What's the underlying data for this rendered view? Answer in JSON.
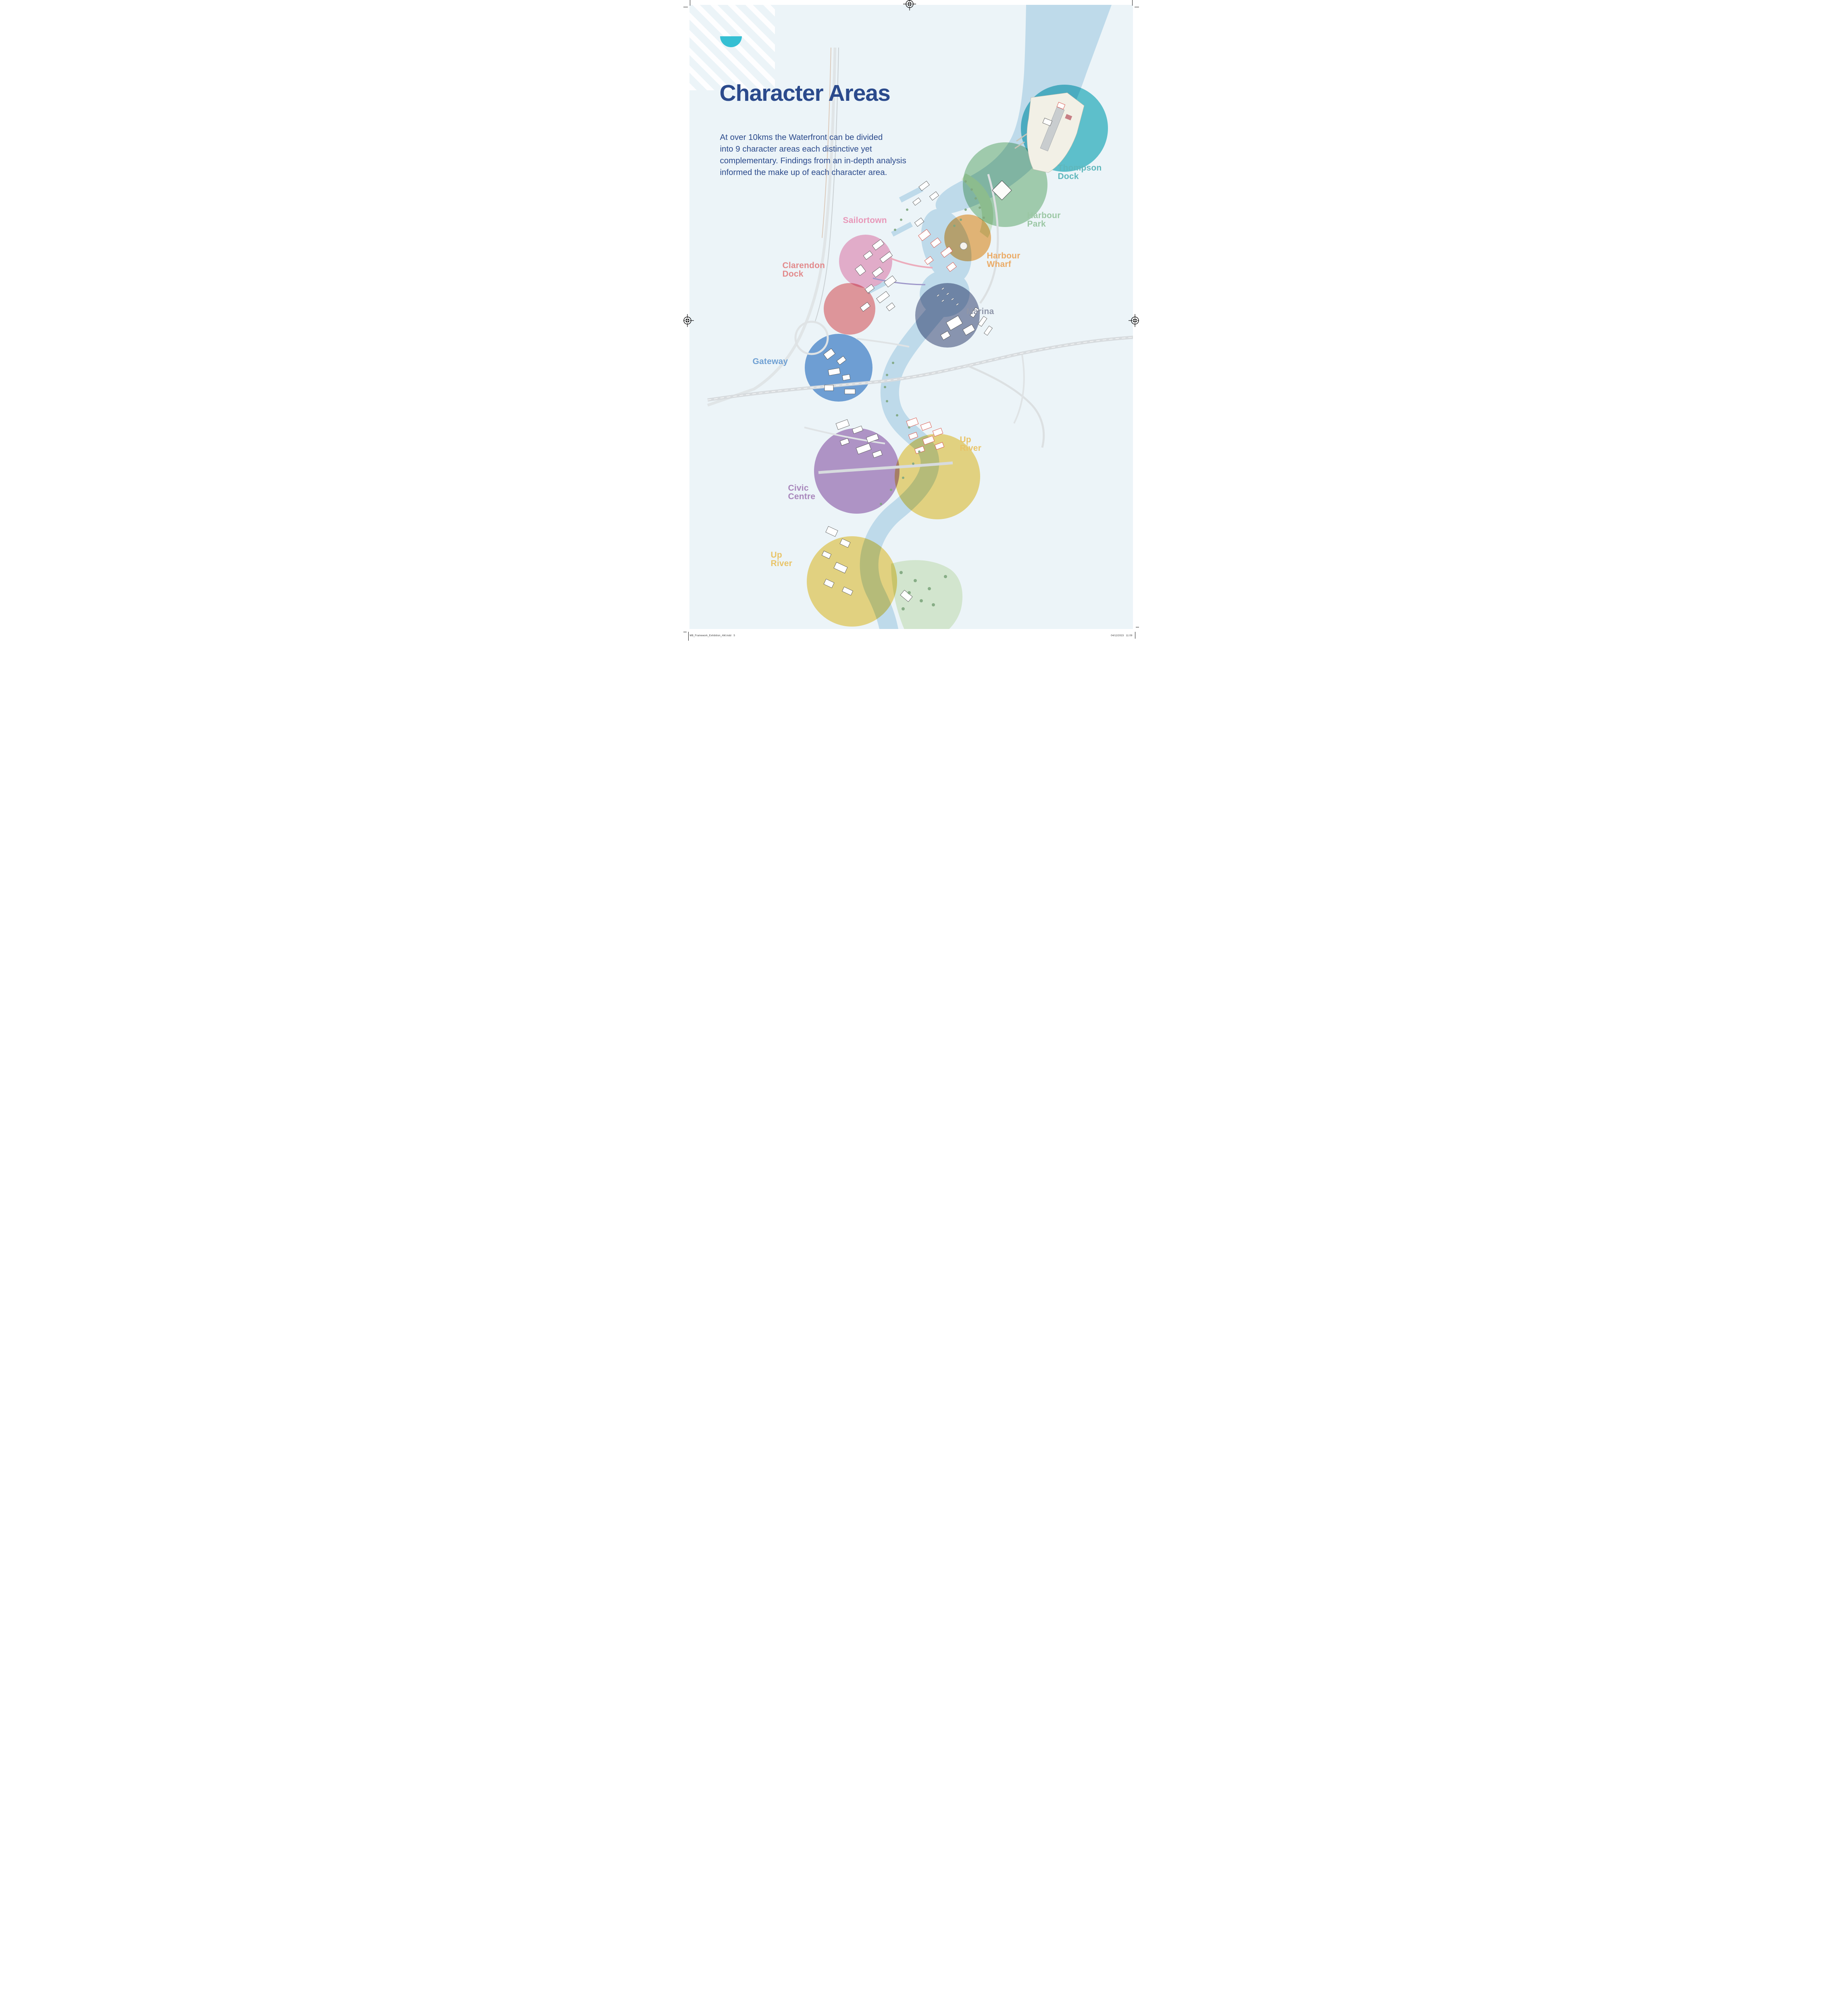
{
  "page": {
    "title": "Character Areas",
    "intro_line1": "At over 10kms the Waterfront can be divided",
    "intro_line2": "into 9 character areas each distinctive yet",
    "intro_line3": "complementary. Findings from an in-depth analysis",
    "intro_line4": "informed the make up of each character area.",
    "footer_left": "MB_Framework_Exhibition_AW.indd   5",
    "footer_right": "04/12/2023   11:09"
  },
  "colors": {
    "ink": "#2B4A8C",
    "page_bg": "#ECF4F8",
    "water": "#BEDAEA",
    "teal_accent": "#35BFD3"
  },
  "areas": [
    {
      "id": "thompson-dock",
      "line1": "Thompson",
      "line2": "Dock",
      "label_color": "#5FB7BC",
      "circle_color": "#57C3CD"
    },
    {
      "id": "harbour-park",
      "line1": "Harbour",
      "line2": "Park",
      "label_color": "#9BC7A4",
      "circle_color": "#A5D0AB"
    },
    {
      "id": "harbour-wharf",
      "line1": "Harbour",
      "line2": "Wharf",
      "label_color": "#EBAB66",
      "circle_color": "#F1B56C"
    },
    {
      "id": "sailortown",
      "line1": "Sailortown",
      "line2": "",
      "label_color": "#E897B8",
      "circle_color": "#F2AECB"
    },
    {
      "id": "clarendon-dock",
      "line1": "Clarendon",
      "line2": "Dock",
      "label_color": "#E28A8C",
      "circle_color": "#EE9496"
    },
    {
      "id": "marina",
      "line1": "Marina",
      "line2": "",
      "label_color": "#8F96A9",
      "circle_color": "#8A93AE"
    },
    {
      "id": "gateway",
      "line1": "Gateway",
      "line2": "",
      "label_color": "#6FA0D3",
      "circle_color": "#6B9DD6"
    },
    {
      "id": "up-river-east",
      "line1": "Up",
      "line2": "River",
      "label_color": "#E9C468",
      "circle_color": "#F2D87A"
    },
    {
      "id": "civic-centre",
      "line1": "Civic",
      "line2": "Centre",
      "label_color": "#A886BB",
      "circle_color": "#B691C7"
    },
    {
      "id": "up-river-south",
      "line1": "Up",
      "line2": "River",
      "label_color": "#E9C468",
      "circle_color": "#F2D87A"
    }
  ]
}
